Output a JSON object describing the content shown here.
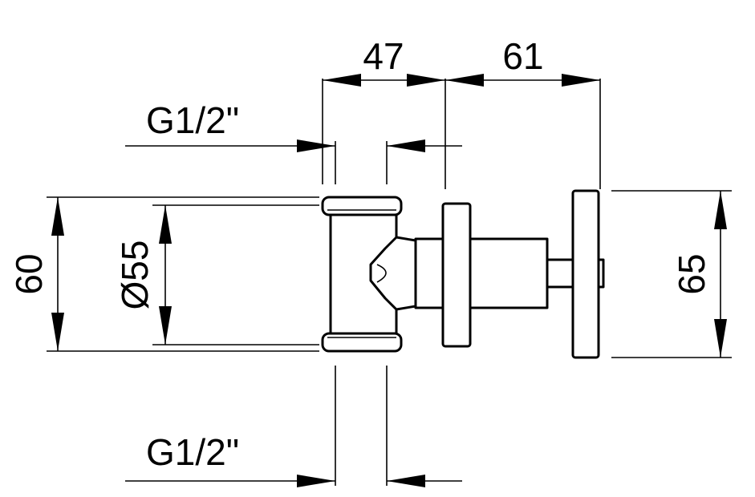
{
  "dimensions": {
    "width_top_left": "47",
    "width_top_right": "61",
    "thread_top": "G1/2\"",
    "thread_bottom": "G1/2\"",
    "height_left": "60",
    "diameter": "Ø55",
    "height_right": "65"
  }
}
